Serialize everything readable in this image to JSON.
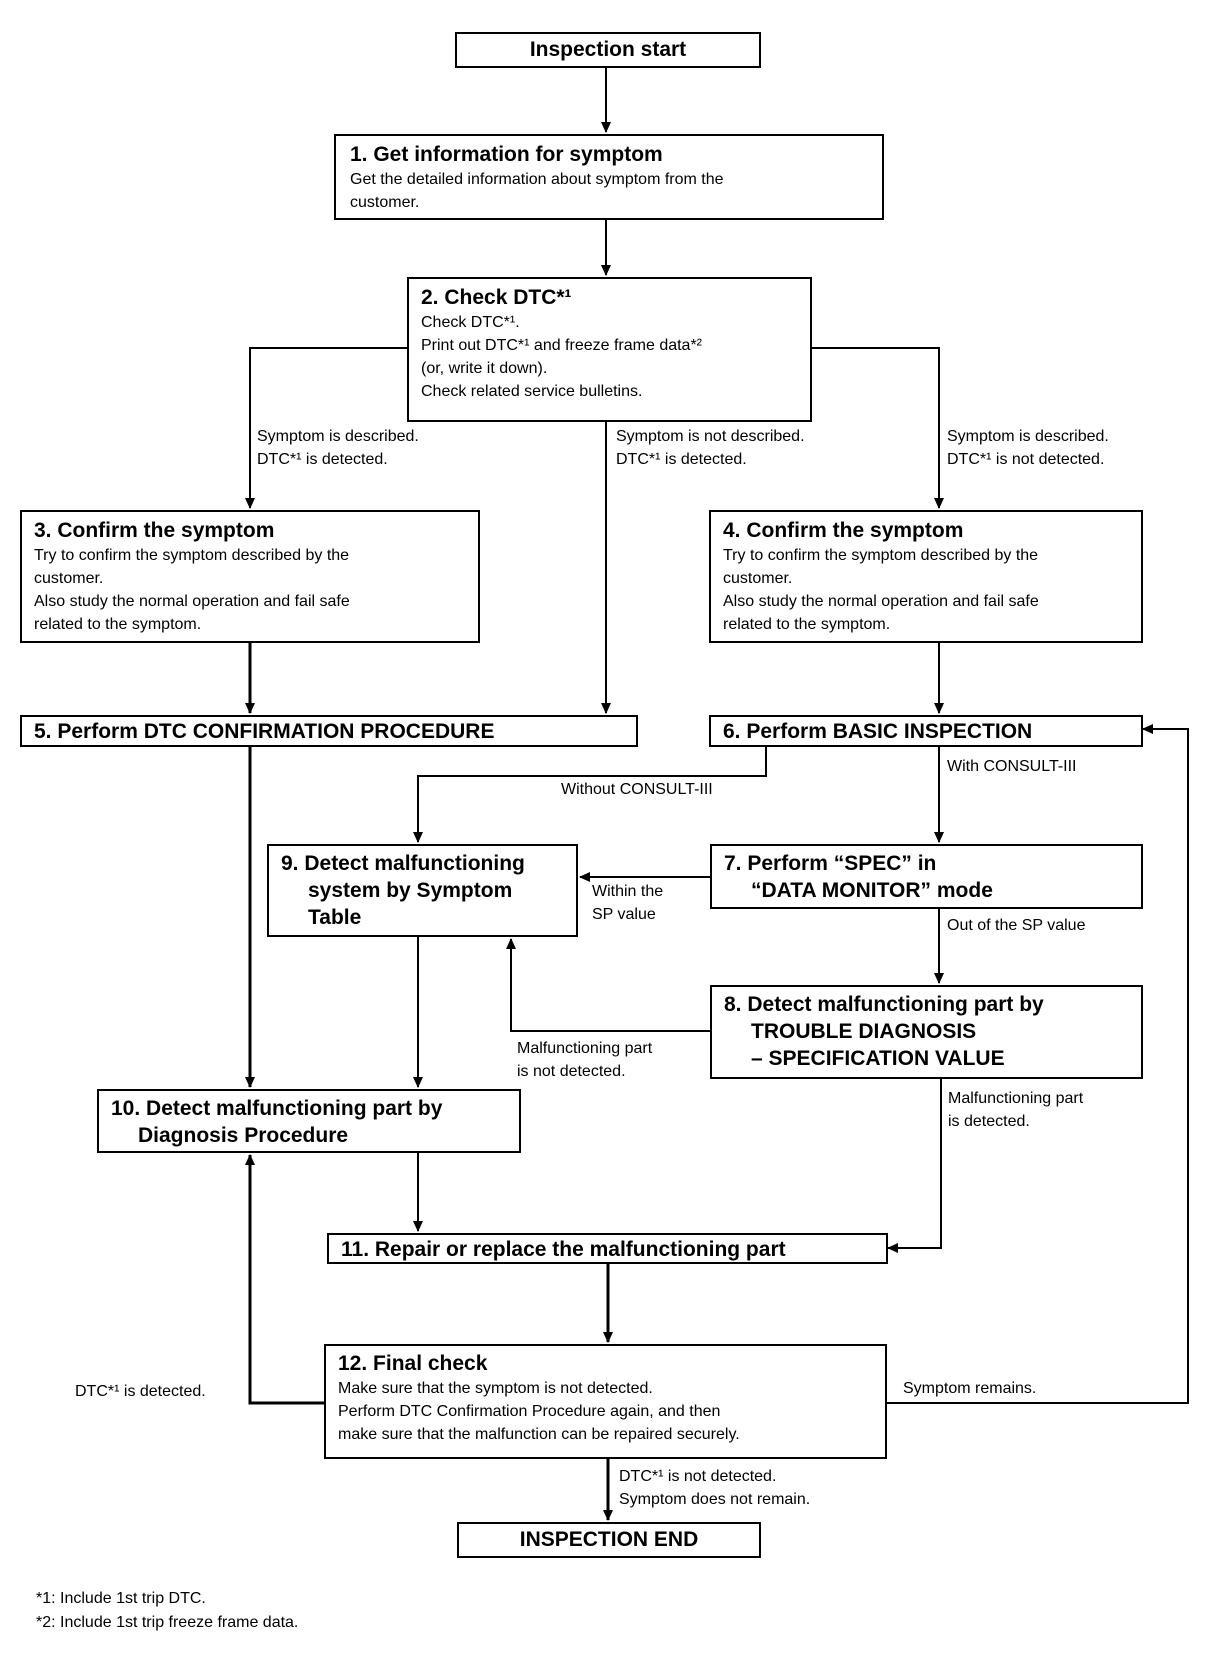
{
  "nodes": {
    "start": {
      "title": "Inspection start"
    },
    "step1": {
      "title": "1. Get information for symptom",
      "body": [
        "Get the detailed information about symptom from the",
        "customer."
      ]
    },
    "step2": {
      "title": "2. Check DTC*¹",
      "body": [
        "Check DTC*¹.",
        "Print out DTC*¹ and freeze frame data*²",
        "(or, write it down).",
        "Check related service bulletins."
      ]
    },
    "step3": {
      "title": "3. Confirm the symptom",
      "body": [
        "Try to confirm the symptom described by the",
        "customer.",
        "Also study the normal operation and fail safe",
        "related to the symptom."
      ]
    },
    "step4": {
      "title": "4. Confirm the symptom",
      "body": [
        "Try to confirm the symptom described by the",
        "customer.",
        "Also study the normal operation and fail safe",
        "related to the symptom."
      ]
    },
    "step5": {
      "title": "5. Perform DTC CONFIRMATION PROCEDURE"
    },
    "step6": {
      "title": "6. Perform BASIC INSPECTION"
    },
    "step7": {
      "title": [
        "7. Perform “SPEC” in",
        "“DATA MONITOR” mode"
      ]
    },
    "step8": {
      "title": [
        "8. Detect malfunctioning part by",
        "TROUBLE DIAGNOSIS",
        "– SPECIFICATION VALUE"
      ]
    },
    "step9": {
      "title": [
        "9. Detect malfunctioning",
        "system by Symptom",
        "Table"
      ]
    },
    "step10": {
      "title": [
        "10. Detect malfunctioning part by",
        "Diagnosis Procedure"
      ]
    },
    "step11": {
      "title": "11. Repair or replace the malfunctioning part"
    },
    "step12": {
      "title": "12. Final check",
      "body": [
        "Make sure that the symptom is not detected.",
        "Perform DTC Confirmation Procedure again, and then",
        "make sure that the malfunction can be repaired securely."
      ]
    },
    "end": {
      "title": "INSPECTION END"
    }
  },
  "edge_labels": {
    "left_branch": [
      "Symptom is described.",
      "DTC*¹ is detected."
    ],
    "mid_branch": [
      "Symptom is not described.",
      "DTC*¹ is detected."
    ],
    "right_branch": [
      "Symptom is described.",
      "DTC*¹ is not detected."
    ],
    "without_consult": "Without CONSULT-III",
    "with_consult": "With CONSULT-III",
    "within_sp": [
      "Within the",
      "SP value"
    ],
    "out_of_sp": "Out of the SP value",
    "malf_not_detected": [
      "Malfunctioning part",
      "is not detected."
    ],
    "malf_detected": [
      "Malfunctioning part",
      "is detected."
    ],
    "dtc_detected": "DTC*¹ is detected.",
    "symptom_remains": "Symptom remains.",
    "final_ok": [
      "DTC*¹ is not detected.",
      "Symptom does not remain."
    ]
  },
  "footnotes": [
    {
      "mark": "*1:",
      "text": "Include 1st trip DTC."
    },
    {
      "mark": "*2:",
      "text": "Include 1st trip freeze frame data."
    }
  ]
}
